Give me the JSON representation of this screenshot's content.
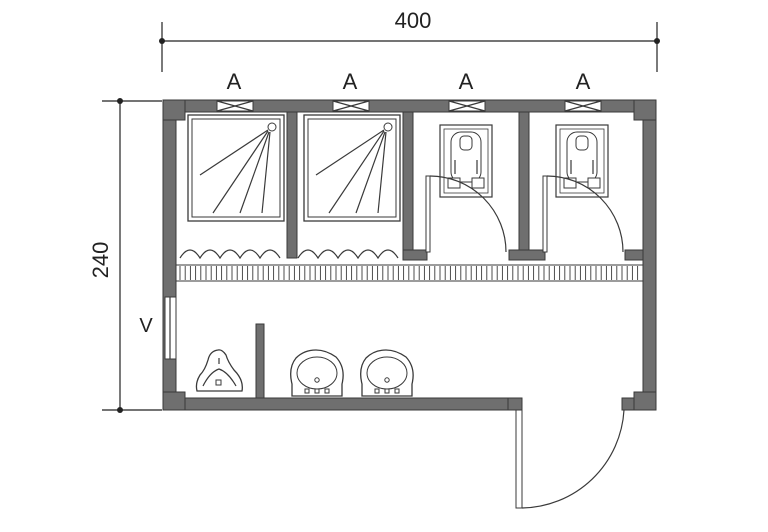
{
  "dimensions": {
    "width_label": "400",
    "height_label": "240"
  },
  "window_labels": [
    "A",
    "A",
    "A",
    "A"
  ],
  "side_window_label": "V",
  "fixtures": {
    "showers": 2,
    "squat_toilets": 2,
    "sinks": 2,
    "urinals": 1
  },
  "colors": {
    "wall": "#6f6f6f",
    "line": "#3a3a3a",
    "background": "#ffffff"
  }
}
